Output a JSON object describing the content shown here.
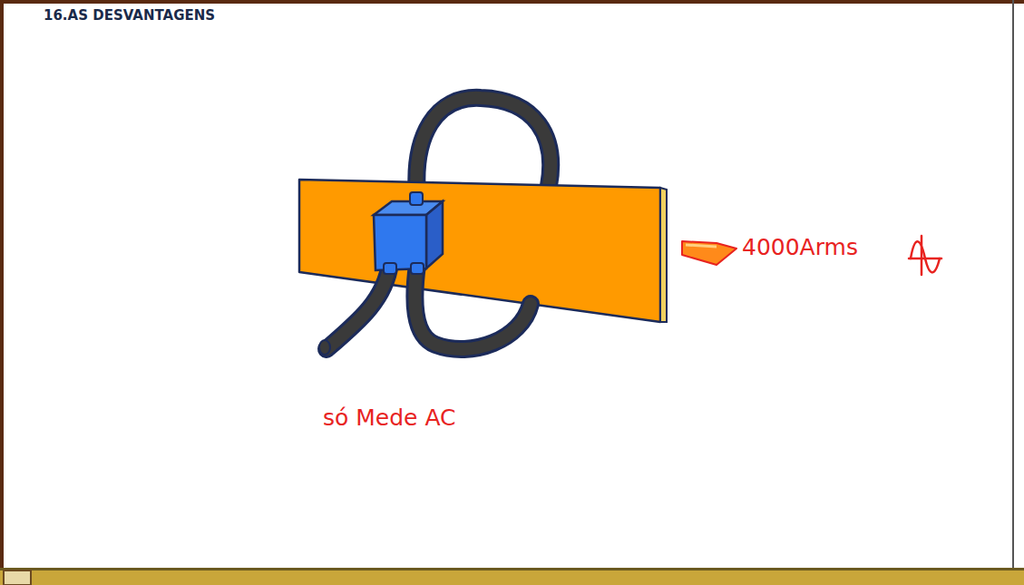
{
  "diagram": {
    "title": "16.AS DESVANTAGENS",
    "labels": [
      "4000Arms",
      "só Mede AC"
    ]
  }
}
